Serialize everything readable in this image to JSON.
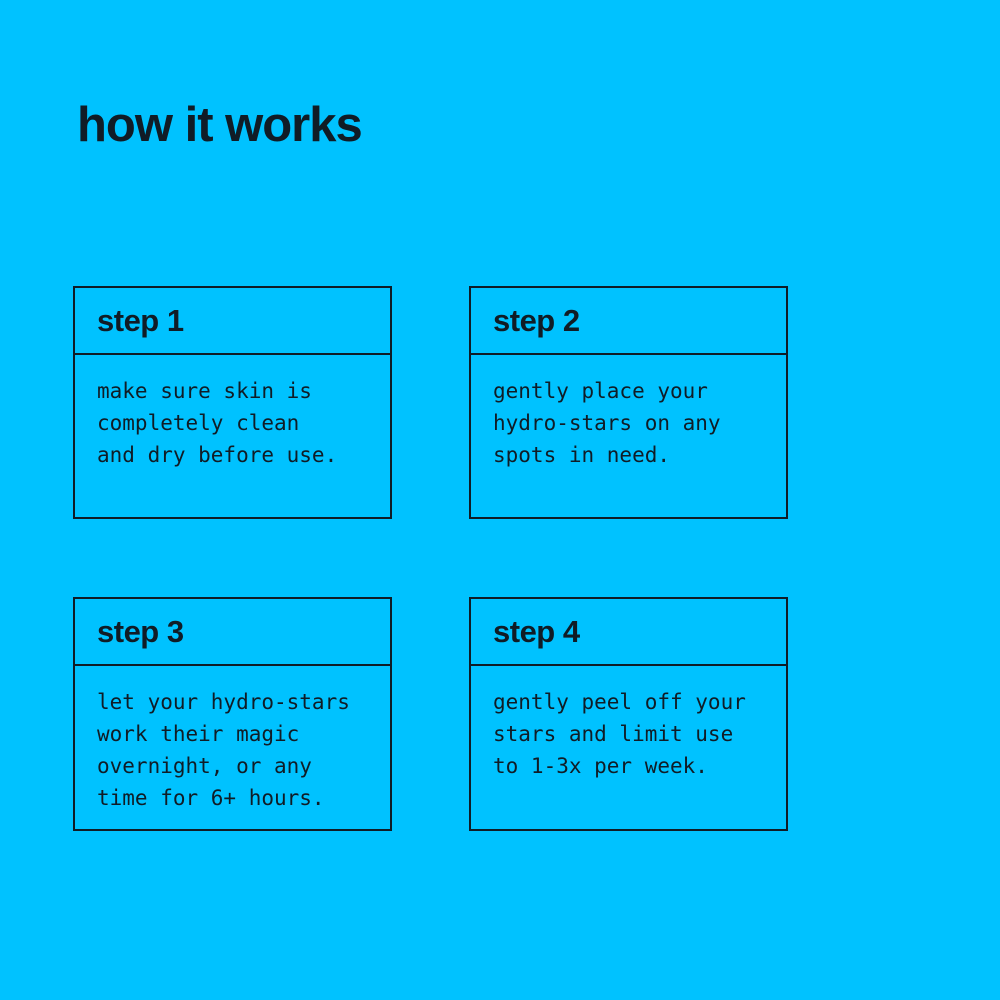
{
  "title": "how it works",
  "colors": {
    "background": "#00c2ff",
    "text": "#101c26",
    "border": "#101c26"
  },
  "steps": [
    {
      "label": "step 1",
      "body": "make sure skin is\ncompletely clean\nand dry before use."
    },
    {
      "label": "step 2",
      "body": "gently place your\nhydro-stars on any\nspots in need."
    },
    {
      "label": "step 3",
      "body": "let your hydro-stars\nwork their magic\novernight, or any\ntime for 6+ hours."
    },
    {
      "label": "step 4",
      "body": "gently peel off your\nstars and limit use\nto 1-3x per week."
    }
  ]
}
